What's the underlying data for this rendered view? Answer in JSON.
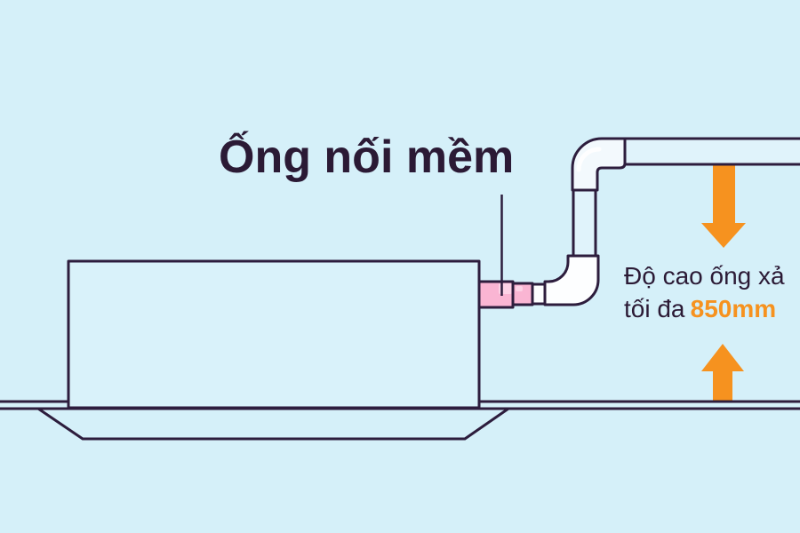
{
  "diagram": {
    "title": "Ống nối mềm",
    "annotation": {
      "line1": "Độ cao ống xả",
      "line2_prefix": "tối đa",
      "line2_value": "850mm"
    }
  },
  "colors": {
    "background": "#d5f0f9",
    "outline": "#2d1d3d",
    "text_dark": "#2b1a35",
    "accent_orange": "#f6921f",
    "pink": "#fab5d3",
    "pink_highlight": "#fdd2e6",
    "unit_fill": "#d9f2fa",
    "pipe_fill": "#e0f3fb",
    "elbow_fill_top": "#f3f9fd",
    "elbow_fill_bottom": "#fdfeff",
    "highlight_white": "#ffffff"
  }
}
